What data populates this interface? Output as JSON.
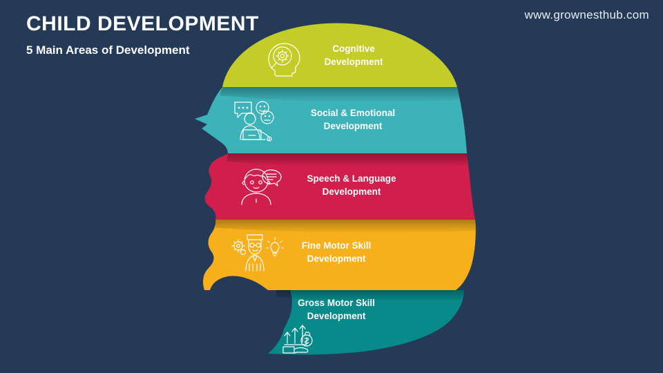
{
  "header": {
    "title": "CHILD DEVELOPMENT",
    "subtitle": "5 Main Areas of Development",
    "url": "www.grownesthub.com"
  },
  "colors": {
    "background": "#243a56",
    "text": "#ffffff",
    "band_1": "#c3cc28",
    "band_2": "#3cb2b9",
    "band_3": "#d01e4d",
    "band_4": "#f7b01c",
    "band_5": "#088a8a",
    "shadow": "#1b2c42"
  },
  "diagram": {
    "shape": "child-head-profile",
    "bands": [
      {
        "index": 1,
        "line1": "Cognitive",
        "line2": "Development",
        "color": "#c3cc28",
        "icon": "head-gear-magnifier-icon"
      },
      {
        "index": 2,
        "line1": "Social & Emotional",
        "line2": "Development",
        "color": "#3cb2b9",
        "icon": "person-speech-emoji-icon"
      },
      {
        "index": 3,
        "line1": "Speech & Language",
        "line2": "Development",
        "color": "#d01e4d",
        "icon": "child-speech-bubble-icon"
      },
      {
        "index": 4,
        "line1": "Fine Motor Skill",
        "line2": "Development",
        "color": "#f7b01c",
        "icon": "person-gear-lightbulb-icon"
      },
      {
        "index": 5,
        "line1": "Gross Motor Skill",
        "line2": "Development",
        "color": "#088a8a",
        "icon": "growth-arrows-moneybag-icon"
      }
    ]
  }
}
